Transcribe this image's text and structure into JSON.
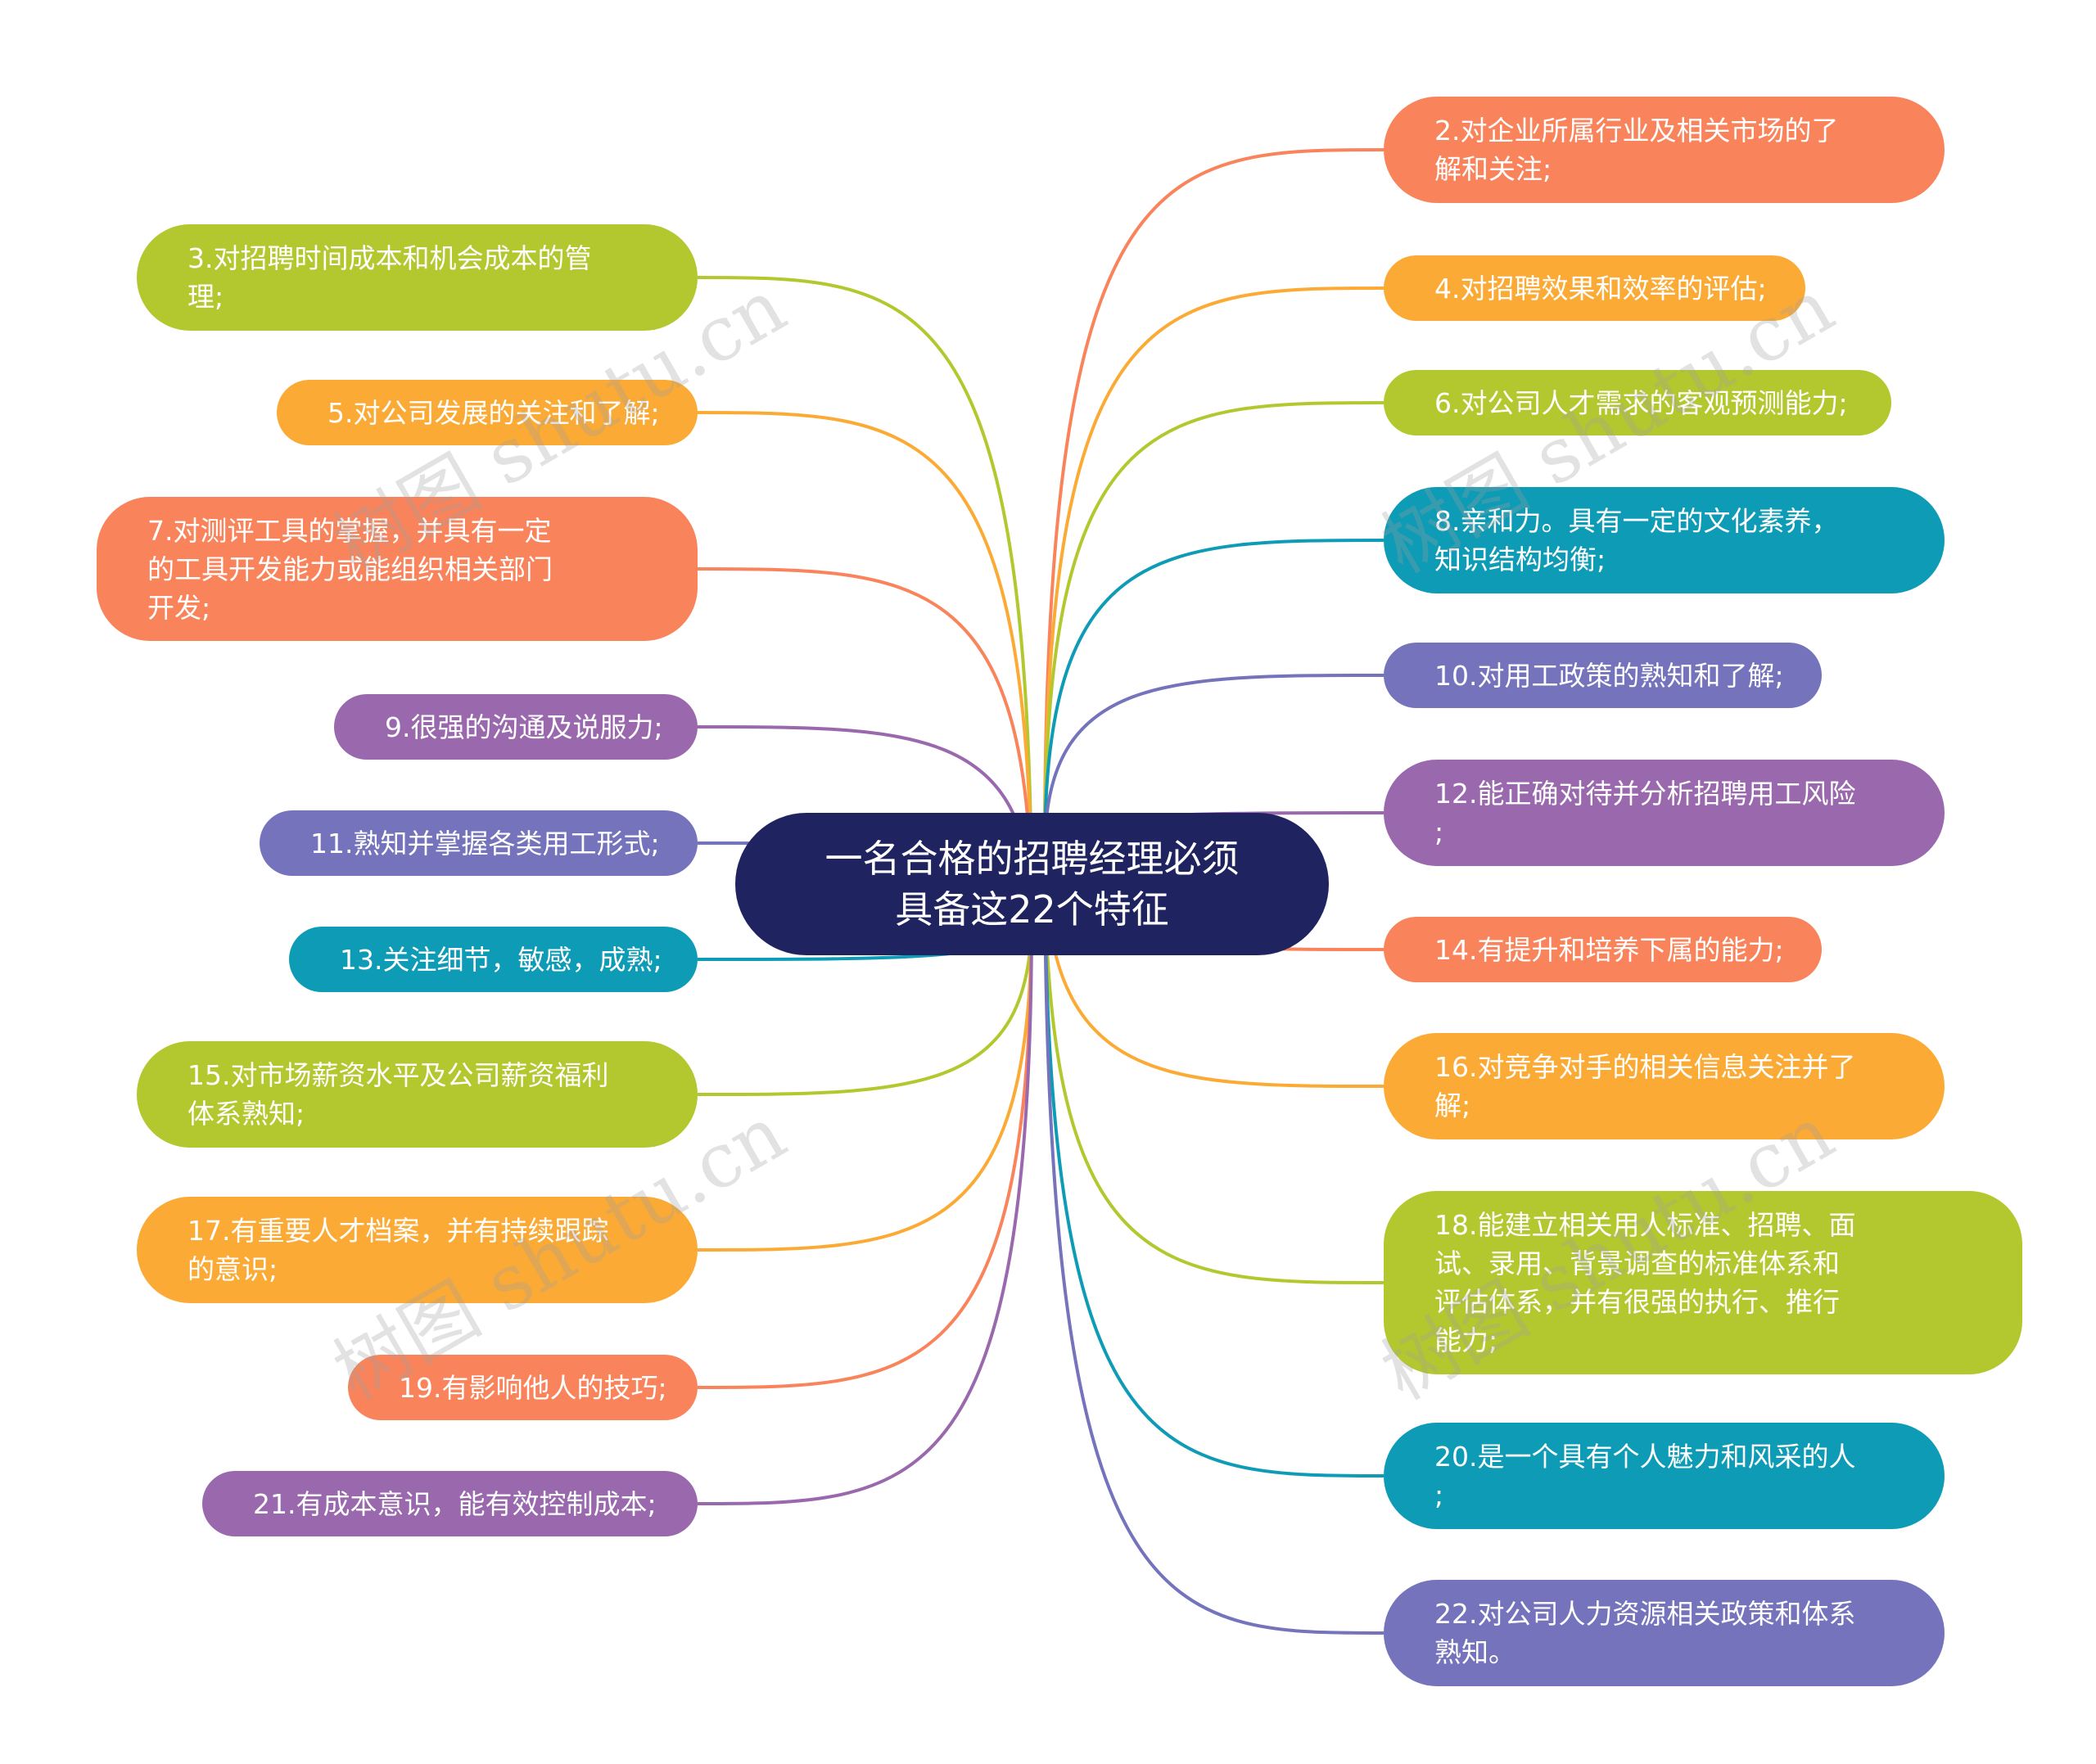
{
  "center": {
    "title": "一名合格的招聘经理必须\n具备这22个特征"
  },
  "colors": {
    "center": "#1f2461",
    "orange": "#f9845c",
    "yellow": "#fbab35",
    "green": "#b3c82e",
    "teal": "#0e9bb5",
    "purple": "#9a68ad",
    "indigo": "#7473bc"
  },
  "watermark": {
    "text": "树图 shutu.cn"
  },
  "nodes": [
    {
      "id": "n2",
      "text": "2.对企业所属行业及相关市场的了\n解和关注;",
      "color": "#f9845c"
    },
    {
      "id": "n3",
      "text": "3.对招聘时间成本和机会成本的管\n理;",
      "color": "#b3c82e"
    },
    {
      "id": "n4",
      "text": "4.对招聘效果和效率的评估;",
      "color": "#fbab35"
    },
    {
      "id": "n5",
      "text": "5.对公司发展的关注和了解;",
      "color": "#fbab35"
    },
    {
      "id": "n6",
      "text": "6.对公司人才需求的客观预测能力;",
      "color": "#b3c82e"
    },
    {
      "id": "n7",
      "text": "7.对测评工具的掌握，并具有一定\n的工具开发能力或能组织相关部门\n开发;",
      "color": "#f9845c"
    },
    {
      "id": "n8",
      "text": "8.亲和力。具有一定的文化素养，\n知识结构均衡;",
      "color": "#0e9bb5"
    },
    {
      "id": "n9",
      "text": "9.很强的沟通及说服力;",
      "color": "#9a68ad"
    },
    {
      "id": "n10",
      "text": "10.对用工政策的熟知和了解;",
      "color": "#7473bc"
    },
    {
      "id": "n11",
      "text": "11.熟知并掌握各类用工形式;",
      "color": "#7473bc"
    },
    {
      "id": "n12",
      "text": "12.能正确对待并分析招聘用工风险\n;",
      "color": "#9a68ad"
    },
    {
      "id": "n13",
      "text": "13.关注细节，敏感，成熟;",
      "color": "#0e9bb5"
    },
    {
      "id": "n14",
      "text": "14.有提升和培养下属的能力;",
      "color": "#f9845c"
    },
    {
      "id": "n15",
      "text": "15.对市场薪资水平及公司薪资福利\n体系熟知;",
      "color": "#b3c82e"
    },
    {
      "id": "n16",
      "text": "16.对竞争对手的相关信息关注并了\n解;",
      "color": "#fbab35"
    },
    {
      "id": "n17",
      "text": "17.有重要人才档案，并有持续跟踪\n的意识;",
      "color": "#fbab35"
    },
    {
      "id": "n18",
      "text": "18.能建立相关用人标准、招聘、面\n试、录用、背景调查的标准体系和\n评估体系，并有很强的执行、推行\n能力;",
      "color": "#b3c82e"
    },
    {
      "id": "n19",
      "text": "19.有影响他人的技巧;",
      "color": "#f9845c"
    },
    {
      "id": "n20",
      "text": "20.是一个具有个人魅力和风采的人\n;",
      "color": "#0e9bb5"
    },
    {
      "id": "n21",
      "text": "21.有成本意识，能有效控制成本;",
      "color": "#9a68ad"
    },
    {
      "id": "n22",
      "text": "22.对公司人力资源相关政策和体系\n熟知。",
      "color": "#7473bc"
    }
  ]
}
